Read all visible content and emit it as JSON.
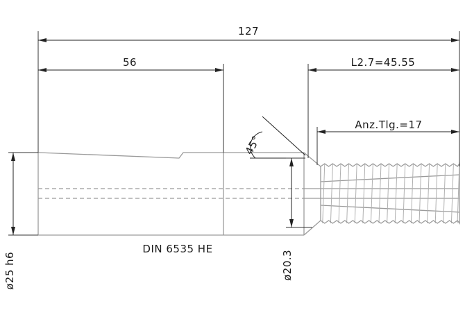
{
  "drawing": {
    "overall_length": "127",
    "shank_length": "56",
    "thread_length": "L2.7=45.55",
    "thread_count": "Anz.Tlg.=17",
    "chamfer_angle": "45°",
    "shank_diameter": "ø25 h6",
    "core_diameter": "ø20.3",
    "standard_label": "DIN 6535 HE"
  }
}
